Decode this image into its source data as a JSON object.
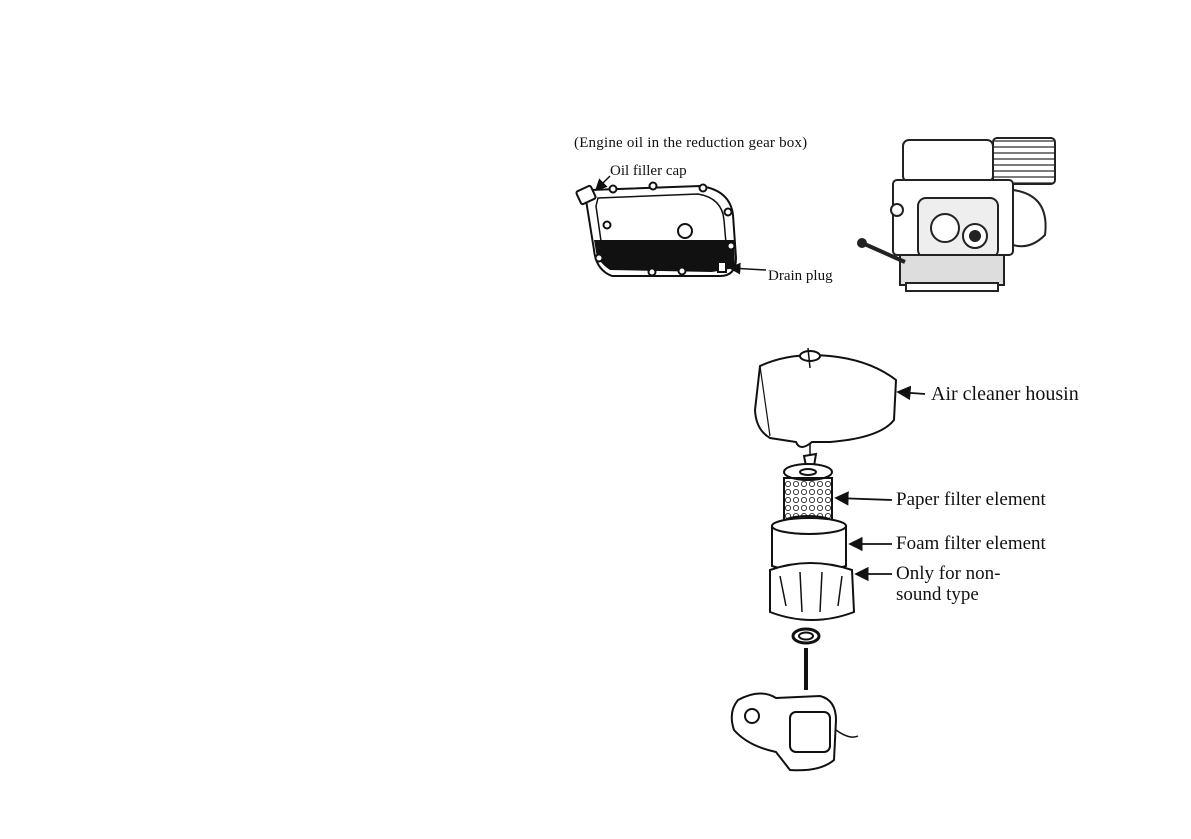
{
  "gearbox": {
    "caption": "(Engine oil in the reduction gear box)",
    "oil_filler_cap_label": "Oil filler cap",
    "drain_plug_label": "Drain plug"
  },
  "air_cleaner": {
    "housing_label": "Air cleaner housin",
    "paper_filter_label": "Paper filter element",
    "foam_filter_label": "Foam filter element",
    "non_sound_label": "Only for non-\nsound type"
  }
}
